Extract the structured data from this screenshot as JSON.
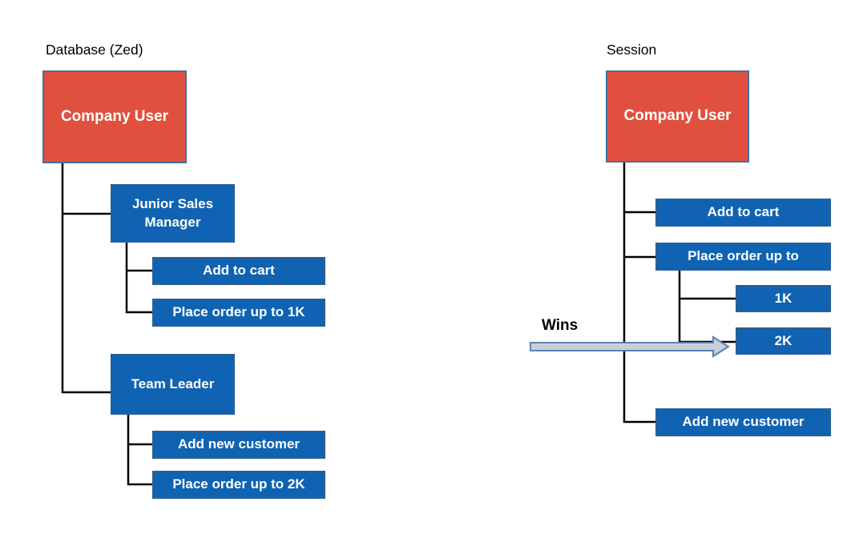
{
  "diagram": {
    "left_tree": {
      "title": "Database (Zed)",
      "root": "Company User",
      "junior_sales_manager": "Junior Sales Manager",
      "jsm_add_to_cart": "Add to cart",
      "jsm_place_order_1k": "Place order up to 1K",
      "team_leader": "Team Leader",
      "tl_add_new_customer": "Add new customer",
      "tl_place_order_2k": "Place order up to 2K"
    },
    "right_tree": {
      "title": "Session",
      "root": "Company User",
      "add_to_cart": "Add to cart",
      "place_order_up_to": "Place order up to",
      "limit_1k": "1K",
      "limit_2k": "2K",
      "add_new_customer": "Add new customer"
    },
    "annotations": {
      "wins_label": "Wins"
    },
    "colors": {
      "root_node_fill": "#E0503E",
      "child_node_fill": "#0F63B2",
      "root_node_border": "#41719C",
      "child_node_border": "#2E5E8E",
      "node_text": "#FFFFFF",
      "connector_line": "#000000",
      "arrow_fill": "#C9CFD9",
      "arrow_stroke": "#5B82B6"
    }
  }
}
